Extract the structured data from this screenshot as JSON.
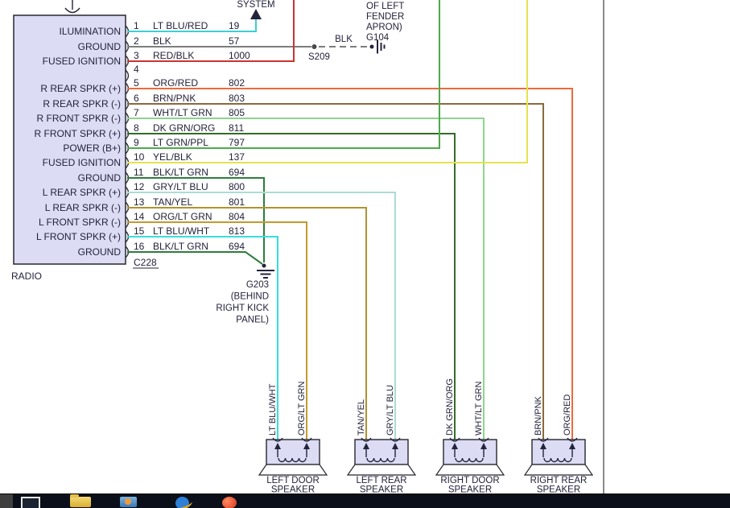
{
  "window": {
    "background": "#ffffff"
  },
  "colors": {
    "connector_fill": "#dcdcf4",
    "speaker_fill": "#dcdcf4",
    "taskbar_bg": "#0b0f1a",
    "unconnected_wire_gray": "#8a8a8a",
    "text": "#23233c"
  },
  "connector": {
    "name": "RADIO",
    "id_label": "C228"
  },
  "pins": [
    {
      "n": "1",
      "label": "ILUMINATION",
      "code": "LT BLU/RED",
      "circuit": "19",
      "hex": "#3ccfd4"
    },
    {
      "n": "2",
      "label": "GROUND",
      "code": "BLK",
      "circuit": "57",
      "hex": "#7d7d7d"
    },
    {
      "n": "3",
      "label": "FUSED IGNITION",
      "code": "RED/BLK",
      "circuit": "1000",
      "hex": "#cd3232"
    },
    {
      "n": "4",
      "label": "",
      "code": "",
      "circuit": "",
      "hex": ""
    },
    {
      "n": "5",
      "label": "R REAR SPKR (+)",
      "code": "ORG/RED",
      "circuit": "802",
      "hex": "#ee6a3a"
    },
    {
      "n": "6",
      "label": "R REAR SPKR (-)",
      "code": "BRN/PNK",
      "circuit": "803",
      "hex": "#8a6a3c"
    },
    {
      "n": "7",
      "label": "R FRONT SPKR (-)",
      "code": "WHT/LT GRN",
      "circuit": "805",
      "hex": "#8fd48f"
    },
    {
      "n": "8",
      "label": "R FRONT SPKR (+)",
      "code": "DK GRN/ORG",
      "circuit": "811",
      "hex": "#356b28"
    },
    {
      "n": "9",
      "label": "POWER (B+)",
      "code": "LT GRN/PPL",
      "circuit": "797",
      "hex": "#4cab4c"
    },
    {
      "n": "10",
      "label": "FUSED IGNITION",
      "code": "YEL/BLK",
      "circuit": "137",
      "hex": "#e4e34c"
    },
    {
      "n": "11",
      "label": "GROUND",
      "code": "BLK/LT GRN",
      "circuit": "694",
      "hex": "#2e7d3c"
    },
    {
      "n": "12",
      "label": "L REAR SPKR (+)",
      "code": "GRY/LT BLU",
      "circuit": "800",
      "hex": "#abdcd3"
    },
    {
      "n": "13",
      "label": "L REAR SPKR (-)",
      "code": "TAN/YEL",
      "circuit": "801",
      "hex": "#b2922f"
    },
    {
      "n": "14",
      "label": "L FRONT SPKR (-)",
      "code": "ORG/LT GRN",
      "circuit": "804",
      "hex": "#c59a2e"
    },
    {
      "n": "15",
      "label": "L FRONT SPKR (+)",
      "code": "LT BLU/WHT",
      "circuit": "813",
      "hex": "#35dede"
    },
    {
      "n": "16",
      "label": "GROUND",
      "code": "BLK/LT GRN",
      "circuit": "694",
      "hex": "#2e7d3c"
    }
  ],
  "ann": {
    "system": "SYSTEM",
    "fender": [
      "OF LEFT",
      "FENDER",
      "APRON)",
      "G104"
    ],
    "blk": "BLK",
    "splice": "S209",
    "g203": [
      "G203",
      "(BEHIND",
      "RIGHT KICK",
      "PANEL)"
    ]
  },
  "speakers": [
    {
      "line1": "LEFT DOOR",
      "line2": "SPEAKER",
      "left_code": "LT BLU/WHT",
      "right_code": "ORG/LT GRN"
    },
    {
      "line1": "LEFT REAR",
      "line2": "SPEAKER",
      "left_code": "TAN/YEL",
      "right_code": "GRY/LT BLU"
    },
    {
      "line1": "RIGHT DOOR",
      "line2": "SPEAKER",
      "left_code": "DK GRN/ORG",
      "right_code": "WHT/LT GRN"
    },
    {
      "line1": "RIGHT REAR",
      "line2": "SPEAKER",
      "left_code": "BRN/PNK",
      "right_code": "ORG/RED"
    }
  ],
  "taskbar": {
    "icons": [
      "computer-icon",
      "folder-icon",
      "pictures-icon",
      "internet-explorer-icon",
      "red-browser-icon"
    ]
  }
}
